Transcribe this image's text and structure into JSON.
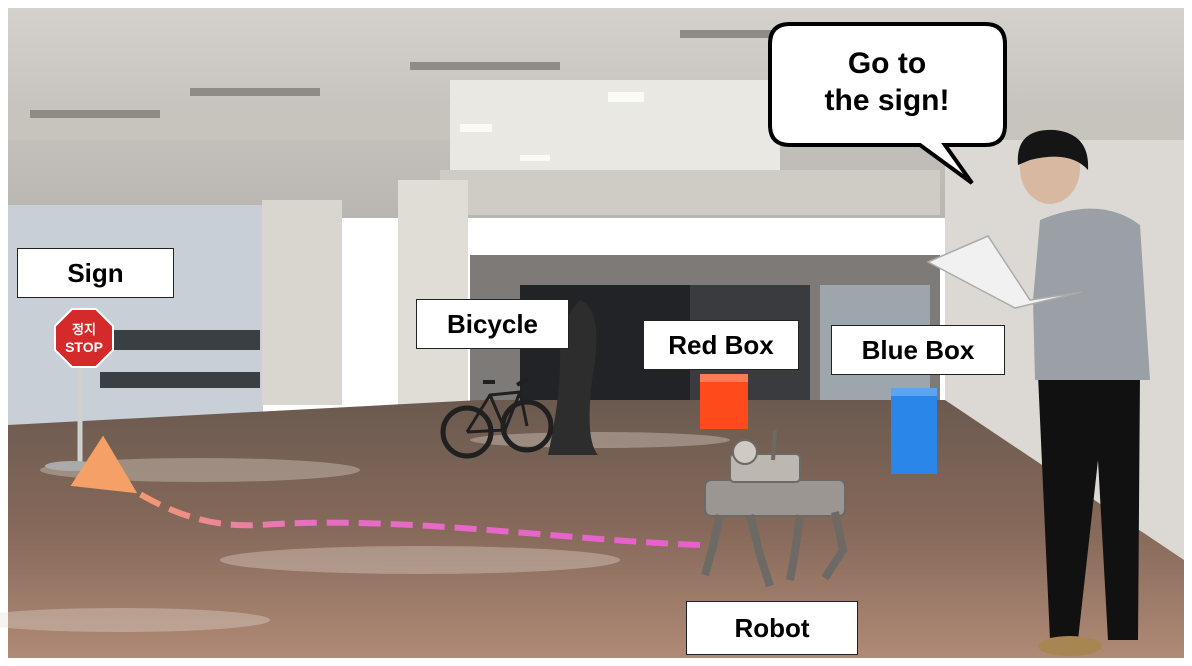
{
  "labels": {
    "sign": "Sign",
    "bicycle": "Bicycle",
    "red_box": "Red Box",
    "blue_box": "Blue Box",
    "robot": "Robot"
  },
  "speech": {
    "line1": "Go to",
    "line2": "the sign!"
  },
  "stop_sign": {
    "korean": "정지",
    "english": "STOP"
  },
  "colors": {
    "path_start": "#e85fd0",
    "path_end": "#f5a066",
    "stop_sign": "#d42a2a",
    "red_box": "#ff4a1c",
    "blue_box": "#2a86e8",
    "floor": "#8a6f5c"
  }
}
